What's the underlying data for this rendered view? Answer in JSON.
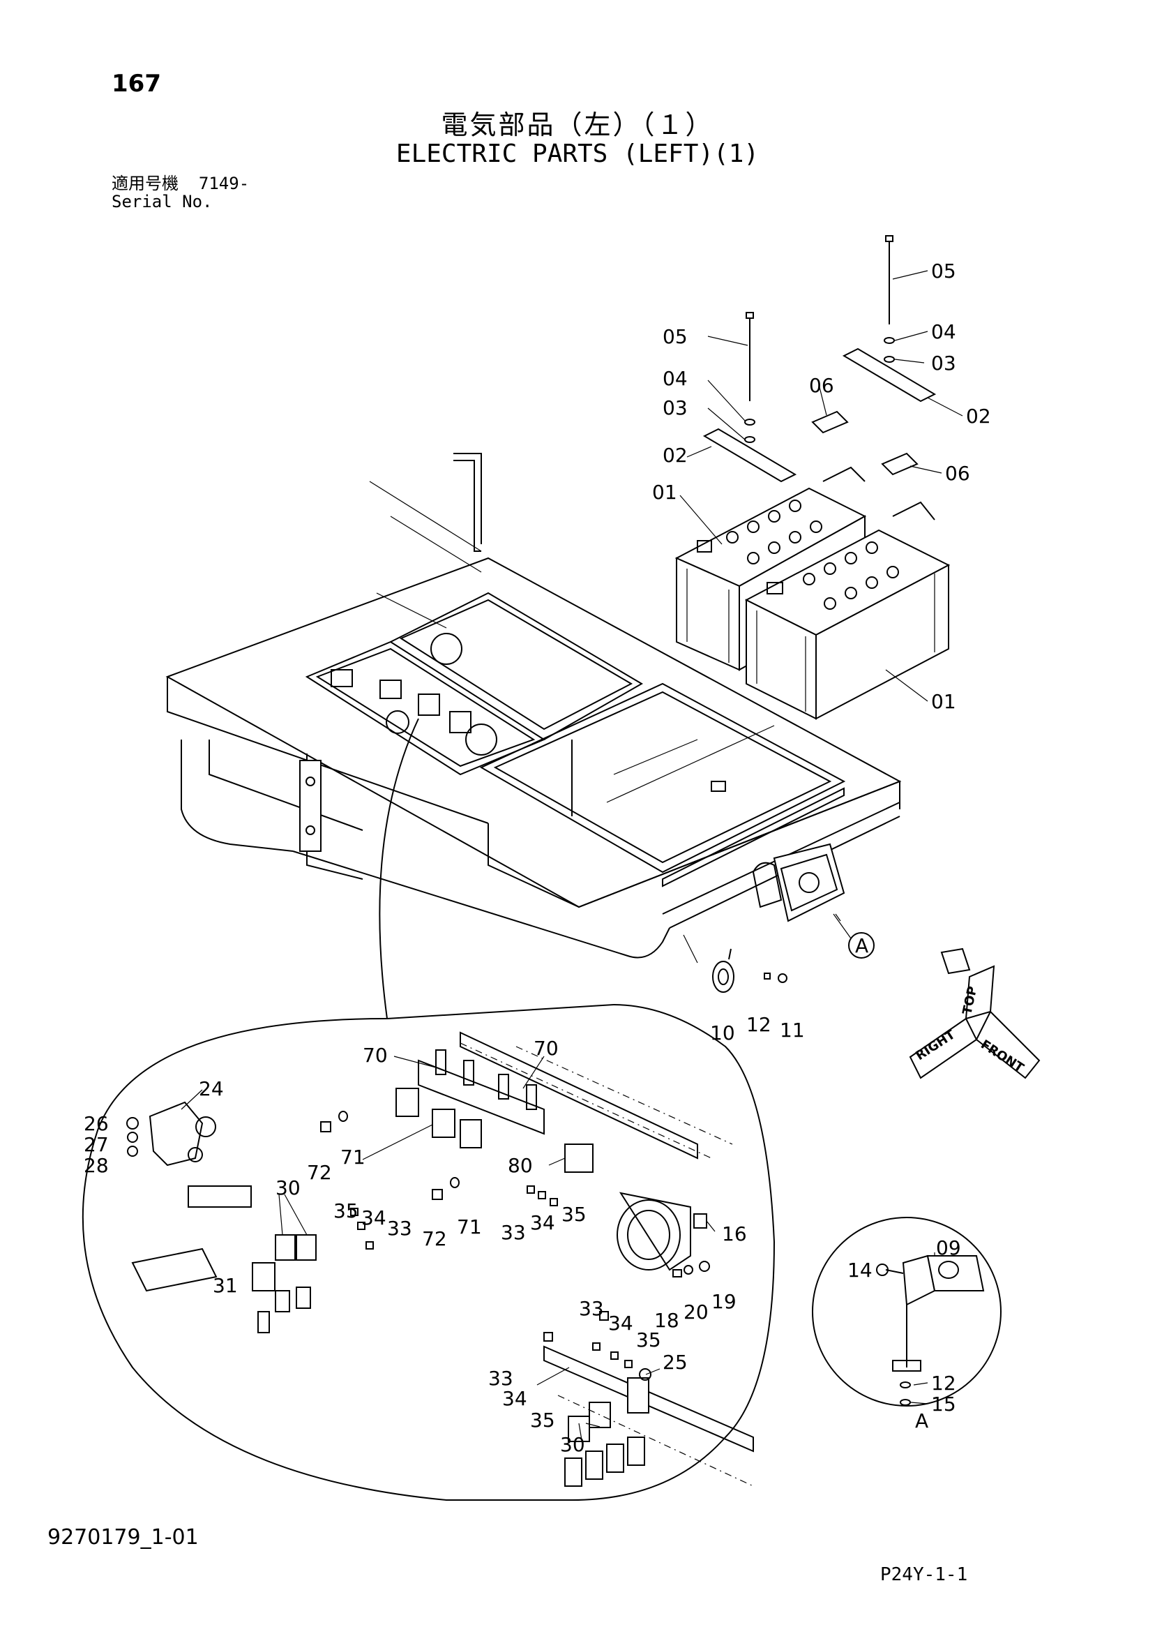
{
  "header": {
    "page_number": "167",
    "title_jp": "電気部品（左）（１）",
    "title_en": "ELECTRIC PARTS (LEFT)(1)",
    "serial_label_jp": "適用号機",
    "serial_value": "7149-",
    "serial_label_en": "Serial No."
  },
  "callouts": {
    "battery": [
      "05",
      "04",
      "03",
      "02",
      "01",
      "06",
      "05",
      "04",
      "03",
      "02",
      "06",
      "01"
    ],
    "horn_area": [
      "A",
      "10",
      "12",
      "11"
    ],
    "relay_detail": [
      "70",
      "70",
      "24",
      "26",
      "27",
      "28",
      "72",
      "71",
      "80",
      "30",
      "35",
      "34",
      "33",
      "72",
      "71",
      "33",
      "34",
      "35",
      "16",
      "31",
      "18",
      "20",
      "19",
      "33",
      "34",
      "35",
      "25",
      "33",
      "34",
      "35",
      "30"
    ],
    "view_a": [
      "09",
      "14",
      "12",
      "15",
      "A"
    ]
  },
  "orientation": {
    "top": "TOP",
    "right": "RIGHT",
    "front": "FRONT"
  },
  "footer": {
    "drawing_code": "9270179_1-01",
    "sheet_code": "P24Y-1-1"
  }
}
